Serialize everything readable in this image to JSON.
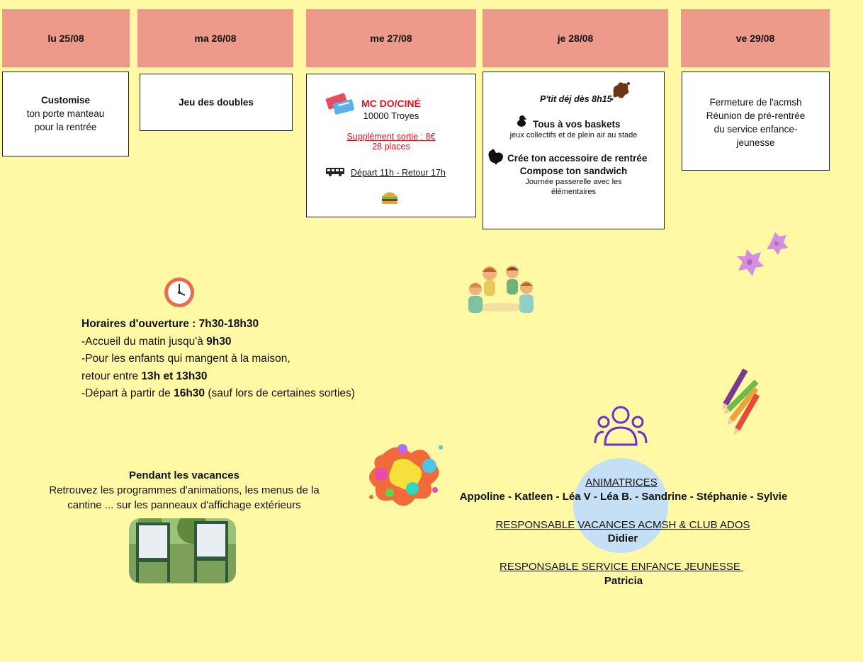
{
  "days": [
    {
      "label": "lu 25/08",
      "title": "Customise",
      "lines": [
        "ton porte manteau",
        "pour la rentrée"
      ]
    },
    {
      "label": "ma 26/08",
      "title": "Jeu des doubles"
    },
    {
      "label": "me 27/08",
      "title": "MC DO/CINÉ",
      "location": "10000 Troyes",
      "supplement": "Supplément sortie : 8€",
      "places": "28 places",
      "transport": "Départ 11h - Retour 17h"
    },
    {
      "label": "je 28/08",
      "breakfast": "P'tit déj dès 8h15",
      "activity1": "Tous à vos baskets",
      "activity1_sub": "jeux collectifs et de plein air au stade",
      "activity2": "Crée ton accessoire de rentrée",
      "activity3": "Compose ton sandwich",
      "activity3_sub": "Journée passerelle avec les élémentaires"
    },
    {
      "label": "ve 29/08",
      "lines": [
        "Fermeture de l'acmsh",
        "Réunion de pré-rentrée",
        "du service enfance-",
        "jeunesse"
      ]
    }
  ],
  "hours": {
    "title": "Horaires d'ouverture : 7h30-18h30",
    "morning_prefix": "-Accueil du matin jusqu'à ",
    "morning_time": "9h30",
    "lunch_line1": "-Pour les enfants qui mangent à la maison,",
    "lunch_prefix": "retour entre ",
    "lunch_time": "13h et 13h30",
    "departure_prefix": "-Départ à partir de ",
    "departure_time": "16h30",
    "departure_suffix": " (sauf lors de certaines sorties)"
  },
  "vacances": {
    "title": "Pendant les vacances",
    "text": "Retrouvez les programmes d'animations, les menus de la cantine ... sur les panneaux d'affichage extérieurs"
  },
  "staff": {
    "animatrices_title": "ANIMATRICES",
    "animatrices": "Appoline  - Katleen -  Léa V - Léa B. - Sandrine - Stéphanie - Sylvie",
    "resp_vacances_title": "RESPONSABLE VACANCES ACMSH &  CLUB ADOS",
    "resp_vacances": "Didier",
    "resp_service_title": "RESPONSABLE SERVICE ENFANCE JEUNESSE ",
    "resp_service": "Patricia"
  },
  "colors": {
    "background": "#fff9a6",
    "header": "#ee9a8a",
    "accent_red": "#e0141e",
    "staff_circle": "#c5dff5",
    "staff_icon": "#6a2fd6"
  }
}
